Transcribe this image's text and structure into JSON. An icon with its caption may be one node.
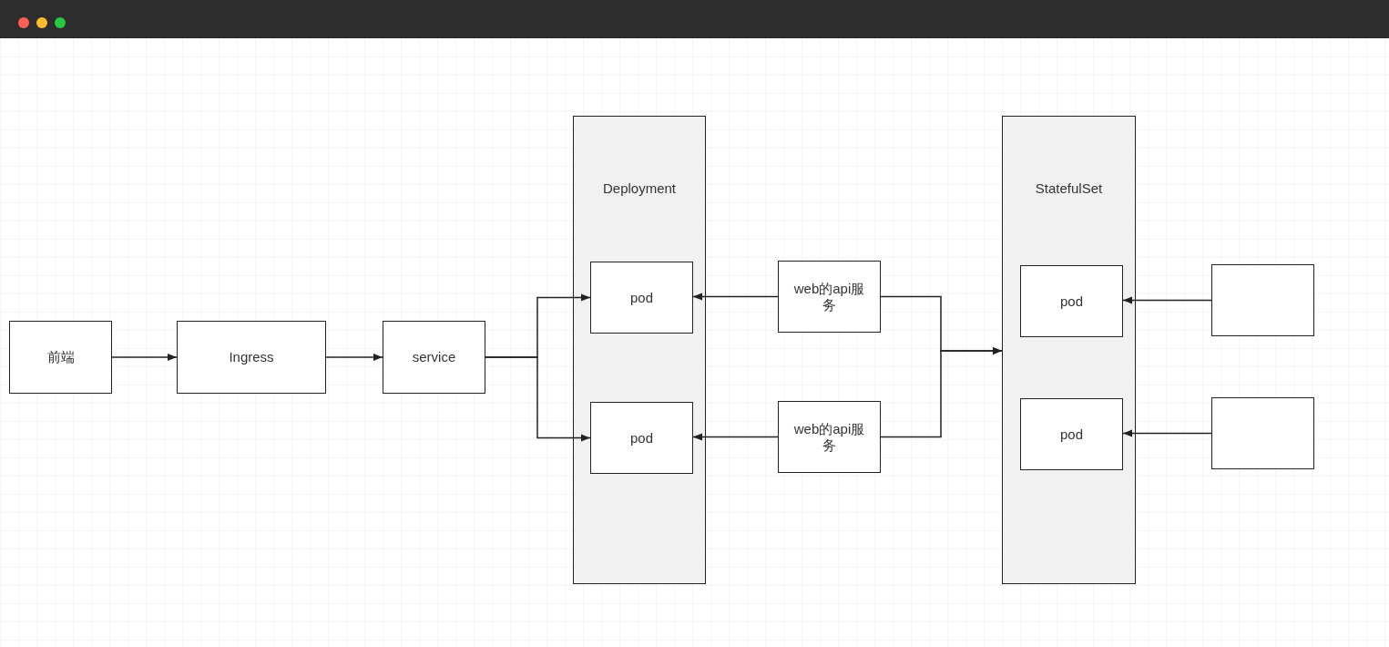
{
  "diagram": {
    "nodes": [
      {
        "text": [
          "前端"
        ]
      },
      {
        "text": [
          "Ingress"
        ]
      },
      {
        "text": [
          "service"
        ]
      },
      {
        "text": [
          "Deployment"
        ]
      },
      {
        "text": [
          "pod"
        ],
        "in": 3
      },
      {
        "text": [
          "pod"
        ],
        "in": 3
      },
      {
        "text": [
          "web的api服务"
        ]
      },
      {
        "text": [
          "web的api服务"
        ]
      },
      {
        "text": [
          "StatefulSet"
        ]
      },
      {
        "text": [
          "pod"
        ],
        "in": 8
      },
      {
        "text": [
          "pod"
        ],
        "in": 8
      },
      {
        "text": [],
        "shape": "box"
      },
      {
        "text": [],
        "shape": "box"
      }
    ],
    "edges": [
      {
        "from": 0,
        "to": 1,
        "arrow": "to"
      },
      {
        "from": 1,
        "to": 2,
        "arrow": "to"
      },
      {
        "from": 2,
        "to": 4,
        "arrow": "to"
      },
      {
        "from": 2,
        "to": 5,
        "arrow": "to"
      },
      {
        "from": 6,
        "to": 4,
        "arrow": "to"
      },
      {
        "from": 7,
        "to": 5,
        "arrow": "to"
      },
      {
        "from": 6,
        "to": 8,
        "arrow": "to"
      },
      {
        "from": 7,
        "to": 8,
        "arrow": "to"
      },
      {
        "from": 11,
        "to": 9,
        "arrow": "to"
      },
      {
        "from": 12,
        "to": 10,
        "arrow": "to"
      }
    ]
  }
}
